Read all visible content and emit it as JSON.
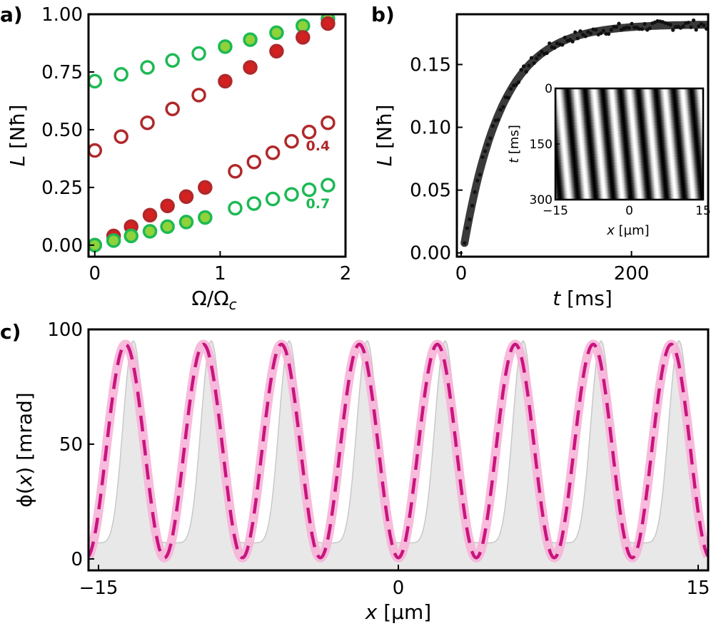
{
  "colors": {
    "green": "#1db954",
    "green_fill": "#8fd23a",
    "red": "#b0282a",
    "red_fill": "#d42020",
    "fit_line": "#3a3a3a",
    "data_dots": "#111111",
    "pink_light": "#f7b4d8",
    "pink_dark": "#c8157f",
    "gray_fill": "#d6d6d6"
  },
  "panels": {
    "a": {
      "label": "a)",
      "ylabel_sym": "L",
      "ylabel_unit": " [Nħ]",
      "xlabel_main": "Ω/Ω",
      "xlabel_sub": "c"
    },
    "b": {
      "label": "b)",
      "ylabel_sym": "L",
      "ylabel_unit": " [Nħ]",
      "xlabel_sym": "t",
      "xlabel_unit": " [ms]",
      "inset": {
        "ylabel_sym": "t",
        "ylabel_unit": " [ms]",
        "xlabel_sym": "x",
        "xlabel_unit": " [µm]"
      }
    },
    "c": {
      "label": "c)",
      "ylabel_pre": "ϕ(",
      "ylabel_var": "x",
      "ylabel_post": ") [mrad]",
      "xlabel_sym": "x",
      "xlabel_unit": " [µm]"
    }
  },
  "chart_data": [
    {
      "id": "a",
      "type": "scatter",
      "xlim": [
        -0.05,
        2.0
      ],
      "ylim": [
        -0.05,
        1.0
      ],
      "xticks": [
        "0",
        "1",
        "2"
      ],
      "yticks": [
        "0.00",
        "0.25",
        "0.50",
        "0.75",
        "1.00"
      ],
      "annotations": [
        {
          "text": "0.4",
          "x": 1.78,
          "y": 0.41,
          "color": "red"
        },
        {
          "text": "0.7",
          "x": 1.78,
          "y": 0.16,
          "color": "green"
        }
      ],
      "series": [
        {
          "color": "green",
          "marker": "open",
          "x": [
            0.0,
            0.21,
            0.42,
            0.62,
            0.83
          ],
          "y": [
            0.71,
            0.74,
            0.77,
            0.8,
            0.83
          ]
        },
        {
          "color": "green",
          "marker": "filled",
          "x": [
            1.04,
            1.24,
            1.45,
            1.66,
            1.86
          ],
          "y": [
            0.86,
            0.89,
            0.92,
            0.95,
            0.98
          ]
        },
        {
          "color": "red",
          "marker": "open",
          "x": [
            0.0,
            0.21,
            0.42,
            0.62,
            0.83
          ],
          "y": [
            0.41,
            0.47,
            0.53,
            0.59,
            0.65
          ]
        },
        {
          "color": "red",
          "marker": "filled",
          "x": [
            1.04,
            1.24,
            1.45,
            1.66,
            1.86
          ],
          "y": [
            0.71,
            0.77,
            0.84,
            0.9,
            0.96
          ]
        },
        {
          "color": "red",
          "marker": "filled",
          "x": [
            0.0,
            0.15,
            0.29,
            0.44,
            0.58,
            0.73,
            0.88
          ],
          "y": [
            0.0,
            0.04,
            0.08,
            0.13,
            0.17,
            0.21,
            0.25
          ]
        },
        {
          "color": "red",
          "marker": "open",
          "x": [
            1.12,
            1.27,
            1.42,
            1.57,
            1.71,
            1.86
          ],
          "y": [
            0.32,
            0.36,
            0.4,
            0.45,
            0.49,
            0.53
          ]
        },
        {
          "color": "green",
          "marker": "filled",
          "x": [
            0.0,
            0.15,
            0.29,
            0.44,
            0.58,
            0.73,
            0.88
          ],
          "y": [
            0.0,
            0.02,
            0.04,
            0.06,
            0.08,
            0.1,
            0.12
          ]
        },
        {
          "color": "green",
          "marker": "open",
          "x": [
            1.12,
            1.27,
            1.42,
            1.57,
            1.71,
            1.86
          ],
          "y": [
            0.16,
            0.18,
            0.2,
            0.22,
            0.24,
            0.26
          ]
        }
      ]
    },
    {
      "id": "b",
      "type": "line",
      "xlim": [
        -5,
        290
      ],
      "ylim": [
        -0.003,
        0.19
      ],
      "xticks": [
        "0",
        "200"
      ],
      "yticks": [
        "0.00",
        "0.05",
        "0.10",
        "0.15"
      ],
      "fit": {
        "form": "saturating exponential",
        "amplitude": 0.182,
        "tau_ms": 45,
        "t_start": 4,
        "t_end": 290
      },
      "dots": {
        "t_start": 4,
        "t_end": 288,
        "count": 95
      },
      "inset": {
        "type": "heatmap",
        "xlim": [
          -15,
          15
        ],
        "ylim": [
          0,
          300
        ],
        "xticks": [
          "−15",
          "0",
          "15"
        ],
        "yticks": [
          "0",
          "150",
          "300"
        ],
        "stripe_period_um": 3.6,
        "stripe_drift_um": 2.2
      }
    },
    {
      "id": "c",
      "type": "line",
      "xlim": [
        -15.5,
        15.5
      ],
      "ylim": [
        -5,
        100
      ],
      "xticks": [
        "−15",
        "0",
        "15"
      ],
      "yticks": [
        "0",
        "50",
        "100"
      ],
      "phase_profile": {
        "amplitude_mrad": 93,
        "offset_mrad": 47,
        "period_um": 3.9,
        "zero_at_um": 0.0
      },
      "background_profile": {
        "peak_mrad": 95,
        "floor_mrad": 7,
        "period_um": 3.9
      }
    }
  ]
}
